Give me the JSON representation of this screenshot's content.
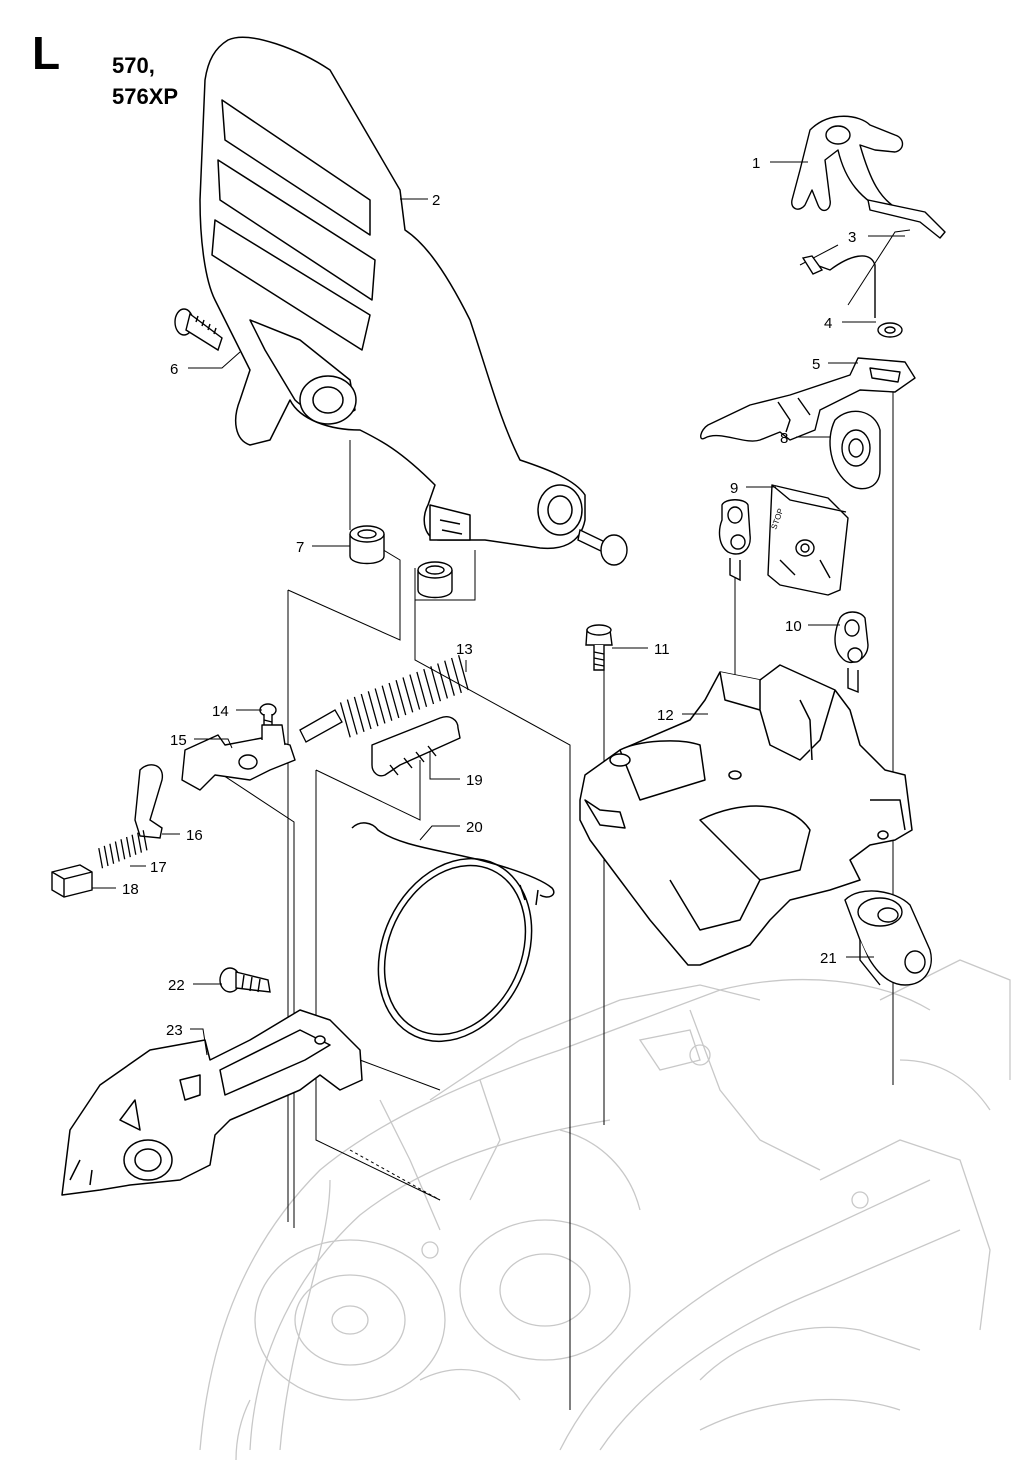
{
  "section": "L",
  "models": [
    "570,",
    "576XP"
  ],
  "callouts": [
    {
      "id": "1",
      "label": "1"
    },
    {
      "id": "2",
      "label": "2"
    },
    {
      "id": "3",
      "label": "3"
    },
    {
      "id": "4",
      "label": "4"
    },
    {
      "id": "5",
      "label": "5"
    },
    {
      "id": "6",
      "label": "6"
    },
    {
      "id": "7",
      "label": "7"
    },
    {
      "id": "8",
      "label": "8"
    },
    {
      "id": "9",
      "label": "9"
    },
    {
      "id": "10",
      "label": "10"
    },
    {
      "id": "11",
      "label": "11"
    },
    {
      "id": "12",
      "label": "12"
    },
    {
      "id": "13",
      "label": "13"
    },
    {
      "id": "14",
      "label": "14"
    },
    {
      "id": "15",
      "label": "15"
    },
    {
      "id": "16",
      "label": "16"
    },
    {
      "id": "17",
      "label": "17"
    },
    {
      "id": "18",
      "label": "18"
    },
    {
      "id": "19",
      "label": "19"
    },
    {
      "id": "20",
      "label": "20"
    },
    {
      "id": "21",
      "label": "21"
    },
    {
      "id": "22",
      "label": "22"
    },
    {
      "id": "23",
      "label": "23"
    }
  ],
  "colors": {
    "line": "#000000",
    "ghost": "#c8c8c8",
    "fill": "#ffffff"
  }
}
